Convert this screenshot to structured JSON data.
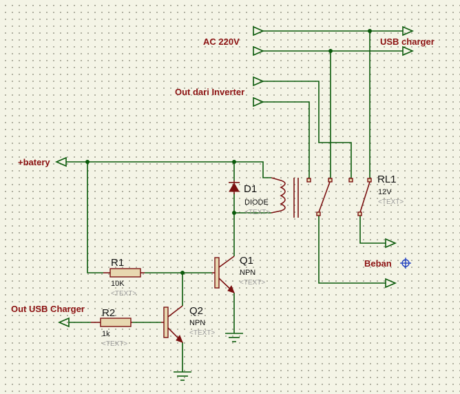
{
  "net_labels": {
    "ac": "AC 220V",
    "usb_charger": "USB charger",
    "inverter": "Out dari Inverter",
    "battery": "+batery",
    "load": "Beban",
    "usb_out": "Out USB Charger"
  },
  "components": {
    "d1": {
      "ref": "D1",
      "value": "DIODE",
      "text": "<TEXT>"
    },
    "rl1": {
      "ref": "RL1",
      "value": "12V",
      "text": "<TEXT>"
    },
    "r1": {
      "ref": "R1",
      "value": "10K",
      "text": "<TEXT>"
    },
    "q1": {
      "ref": "Q1",
      "value": "NPN",
      "text": "<TEXT>"
    },
    "r2": {
      "ref": "R2",
      "value": "1k",
      "text": "<TEXT>"
    },
    "q2": {
      "ref": "Q2",
      "value": "NPN",
      "text": "<TEXT>"
    }
  },
  "colors": {
    "wire": "#0a5a0a",
    "component": "#7a1010",
    "label": "#8b1010",
    "background": "#f4f4e6"
  }
}
